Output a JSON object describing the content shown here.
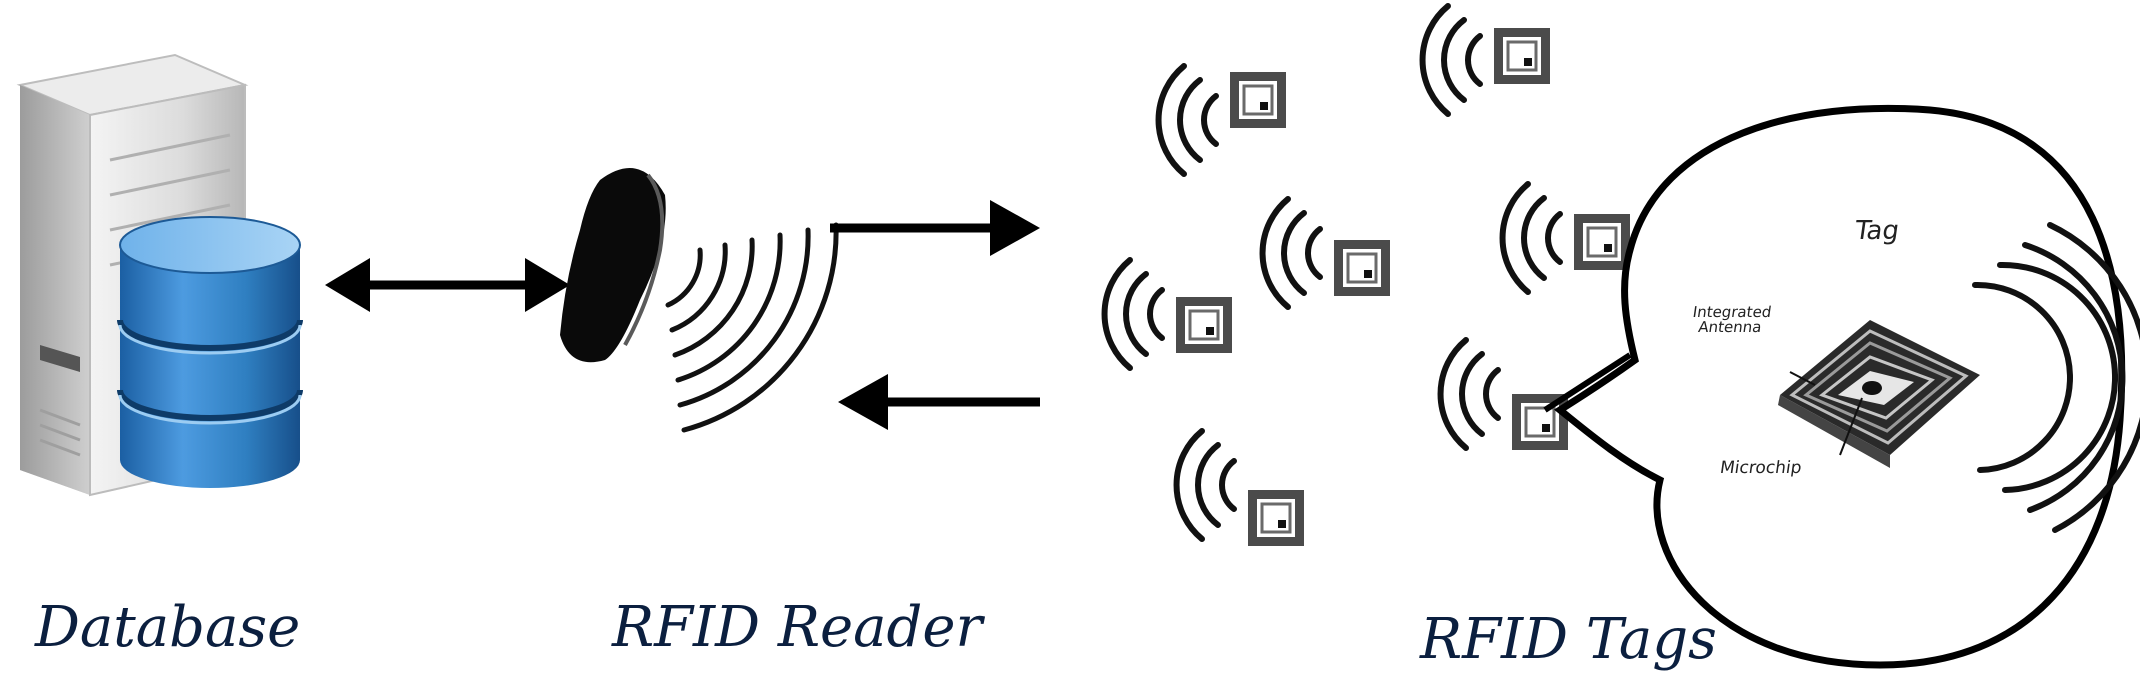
{
  "labels": {
    "database": "Database",
    "reader": "RFID Reader",
    "tags": "RFID Tags"
  },
  "zoom": {
    "title": "Tag",
    "antenna": "Integrated Antenna",
    "chip": "Microchip"
  },
  "colors": {
    "db_blue": "#2f7fc1",
    "db_light": "#8fc4ec",
    "db_dark": "#1b4f85",
    "server_gray": "#d9dadb",
    "caption": "#0b1f3f"
  },
  "icons": [
    "server-icon",
    "database-cylinder-icon",
    "rfid-reader-icon",
    "rfid-tag-icon",
    "radio-wave-icon",
    "double-arrow-icon",
    "arrow-right-icon",
    "arrow-left-icon"
  ]
}
